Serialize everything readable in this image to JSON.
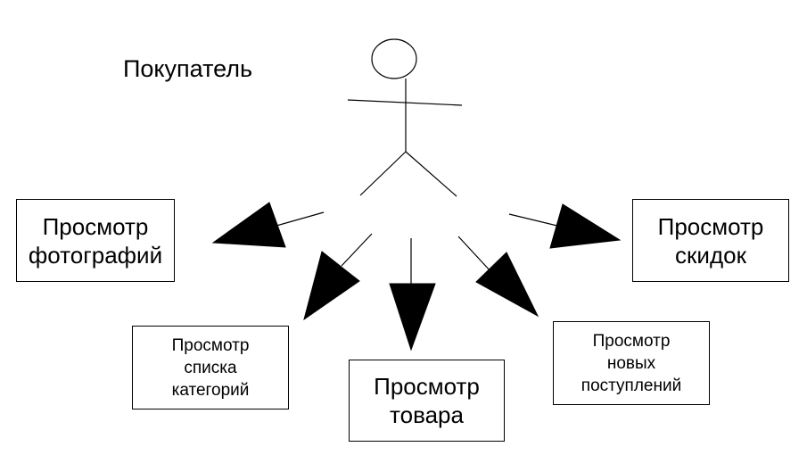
{
  "actor": {
    "label": "Покупатель",
    "icon": "stick-figure-icon"
  },
  "use_cases": {
    "photos": "Просмотр\nфотографий",
    "discounts": "Просмотр\nскидок",
    "categories": "Просмотр\nсписка\nкатегорий",
    "product": "Просмотр\nтовара",
    "new_arrivals": "Просмотр\nновых\nпоступлений"
  },
  "colors": {
    "line": "#000000",
    "background": "#ffffff"
  }
}
